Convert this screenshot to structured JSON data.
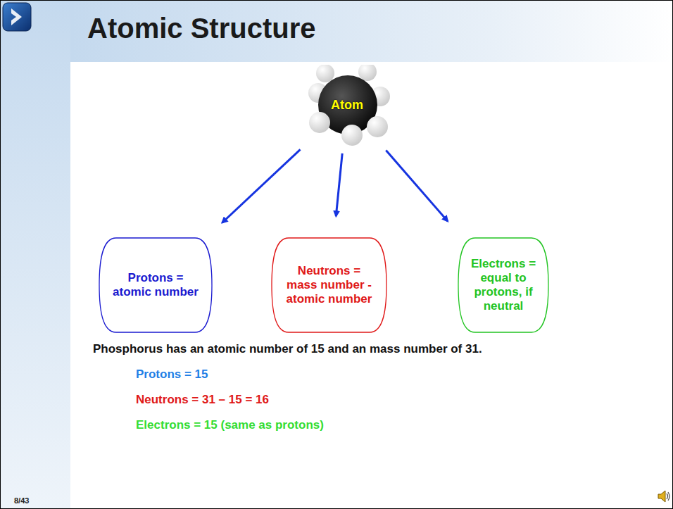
{
  "diagram": {
    "title": "Atomic Structure",
    "nodes": [
      {
        "text": [
          "Atom"
        ]
      },
      {
        "text": [
          "Protons = atomic number"
        ]
      },
      {
        "text": [
          "Neutrons = mass number - atomic number"
        ]
      },
      {
        "text": [
          "Electrons = equal to protons, if neutral"
        ]
      }
    ],
    "edges": [
      {
        "from": 0,
        "to": 1,
        "arrow": "to"
      },
      {
        "from": 0,
        "to": 2,
        "arrow": "to"
      },
      {
        "from": 0,
        "to": 3,
        "arrow": "to"
      }
    ],
    "labels": [
      "Phosphorus has an atomic number of 15 and an mass number of 31.",
      "Protons = 15",
      "Neutrons = 31 – 15 = 16",
      "Electrons = 15 (same as protons)",
      "8/43"
    ]
  }
}
